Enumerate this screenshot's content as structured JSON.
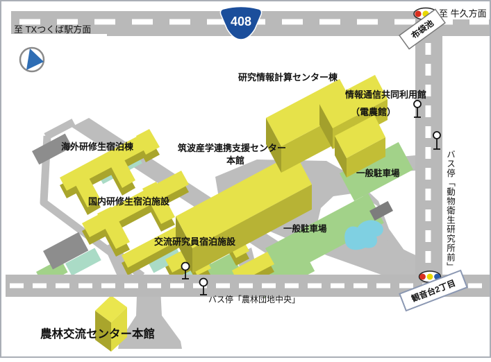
{
  "route_shield": "408",
  "directions": {
    "to_tx_tsukuba_station": "至 TXつくば駅方面",
    "to_ushiku": "至 牛久方面"
  },
  "signs": {
    "pond": "布袋池",
    "intersection": "観音台2丁目"
  },
  "bus_stops": {
    "norin_danchi_chuo": "バス停「農林団地中央」",
    "dobutsu_eisei": "バス停「動物衛生研究所前」"
  },
  "buildings": {
    "research_info_center": "研究情報計算センター棟",
    "info_comm_hall": "情報通信共同利用館",
    "info_comm_hall_sub": "（電農館）",
    "tsukuba_sangaku_line1": "筑波産学連携支援センター",
    "tsukuba_sangaku_line2": "本館",
    "overseas_lodging": "海外研修生宿泊棟",
    "domestic_lodging": "国内研修生宿泊施設",
    "exchange_lodging": "交流研究員宿泊施設",
    "norin_center": "農林交流センター本館"
  },
  "parking": {
    "label1": "一般駐車場",
    "label2": "一般駐車場"
  },
  "colors": {
    "road_gray": "#b9b9b9",
    "building_yellow_top": "#e6e24a",
    "building_side_dark": "#a9a52c",
    "building_side_mid": "#c5c138",
    "dark_building_gray": "#8d8d8d",
    "parking_green": "#a2d289",
    "landscape_teal": "#aadbc6",
    "pond_blue": "#7fd0e2",
    "route_shield_blue": "#1b4e9b",
    "compass_blue": "#2e6db4",
    "signal_red": "#d82f1e",
    "signal_yellow": "#e8d800",
    "signal_blue": "#2b5ca8"
  }
}
